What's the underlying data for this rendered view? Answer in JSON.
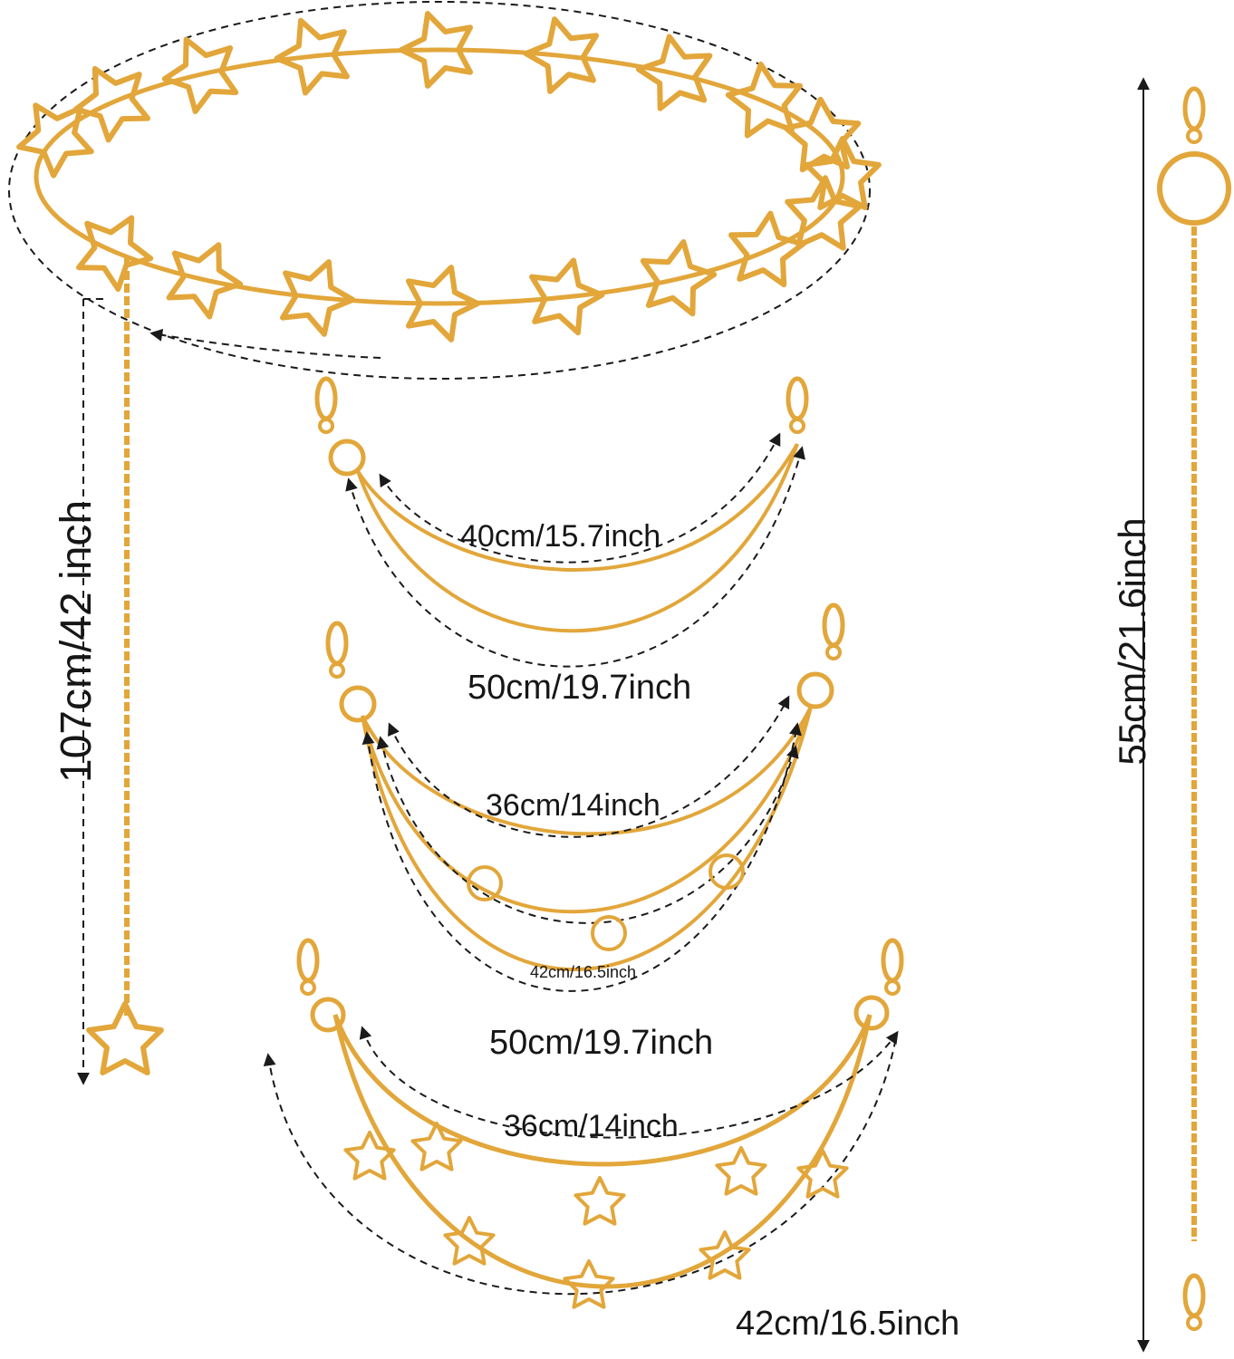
{
  "colors": {
    "gold": "#E2A63A",
    "gold_dark": "#B97E1C",
    "gold_light": "#F7D27E",
    "guide_line": "#1A1A1A",
    "background": "#FFFFFF"
  },
  "measurements": {
    "belt_total": "107cm/42 inch",
    "chain_a_inner": "40cm/15.7inch",
    "chain_a_outer": "50cm/19.7inch",
    "chain_b_inner": "36cm/14inch",
    "chain_b_middle": "42cm/16.5inch",
    "chain_b_outer": "50cm/19.7inch",
    "chain_c_inner": "36cm/14inch",
    "chain_c_outer": "42cm/16.5inch",
    "single_chain": "55cm/21.6inch"
  },
  "icons": [
    "star-link-icon",
    "lobster-clasp-icon",
    "ring-icon",
    "arrow-icon"
  ]
}
